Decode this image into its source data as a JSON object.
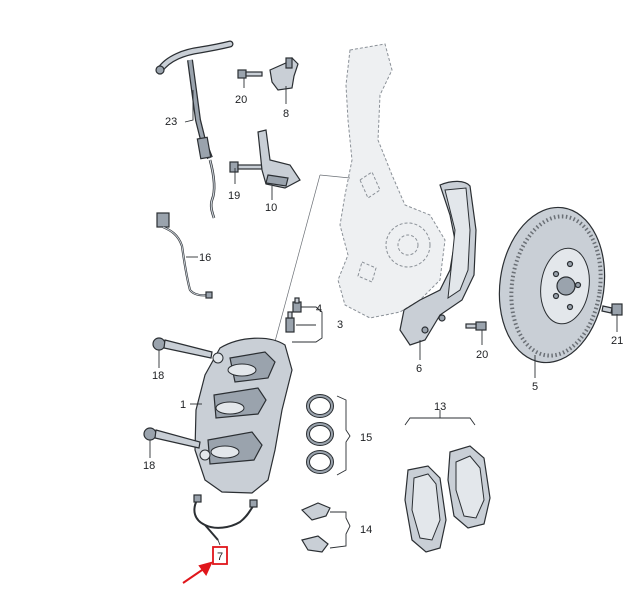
{
  "diagram": {
    "callouts": {
      "c1": "1",
      "c3": "3",
      "c4": "4",
      "c5": "5",
      "c6": "6",
      "c7": "7",
      "c8": "8",
      "c10": "10",
      "c13": "13",
      "c14": "14",
      "c15": "15",
      "c16": "16",
      "c18a": "18",
      "c18b": "18",
      "c19": "19",
      "c20a": "20",
      "c20b": "20",
      "c21": "21",
      "c23": "23"
    },
    "highlight_color": "#e0161b"
  }
}
